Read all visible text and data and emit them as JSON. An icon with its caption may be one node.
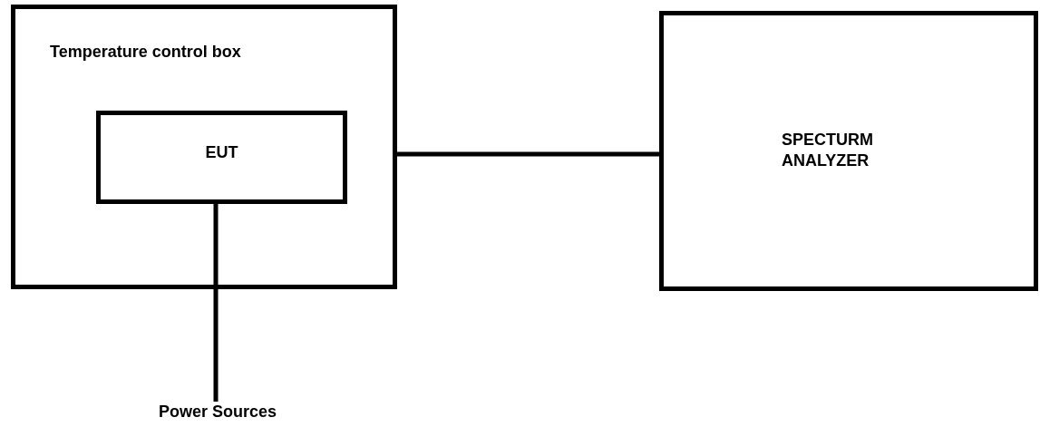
{
  "diagram": {
    "nodes": [
      {
        "text": [
          "Temperature control box"
        ]
      },
      {
        "text": [
          "EUT"
        ],
        "in": 0
      },
      {
        "text": [
          "SPECTURM ANALYZER"
        ]
      },
      {
        "text": [
          "Power Sources"
        ]
      }
    ],
    "edges": [
      {
        "from": 0,
        "to": 2,
        "arrow": "none"
      },
      {
        "from": 1,
        "to": 3,
        "arrow": "none"
      }
    ]
  }
}
